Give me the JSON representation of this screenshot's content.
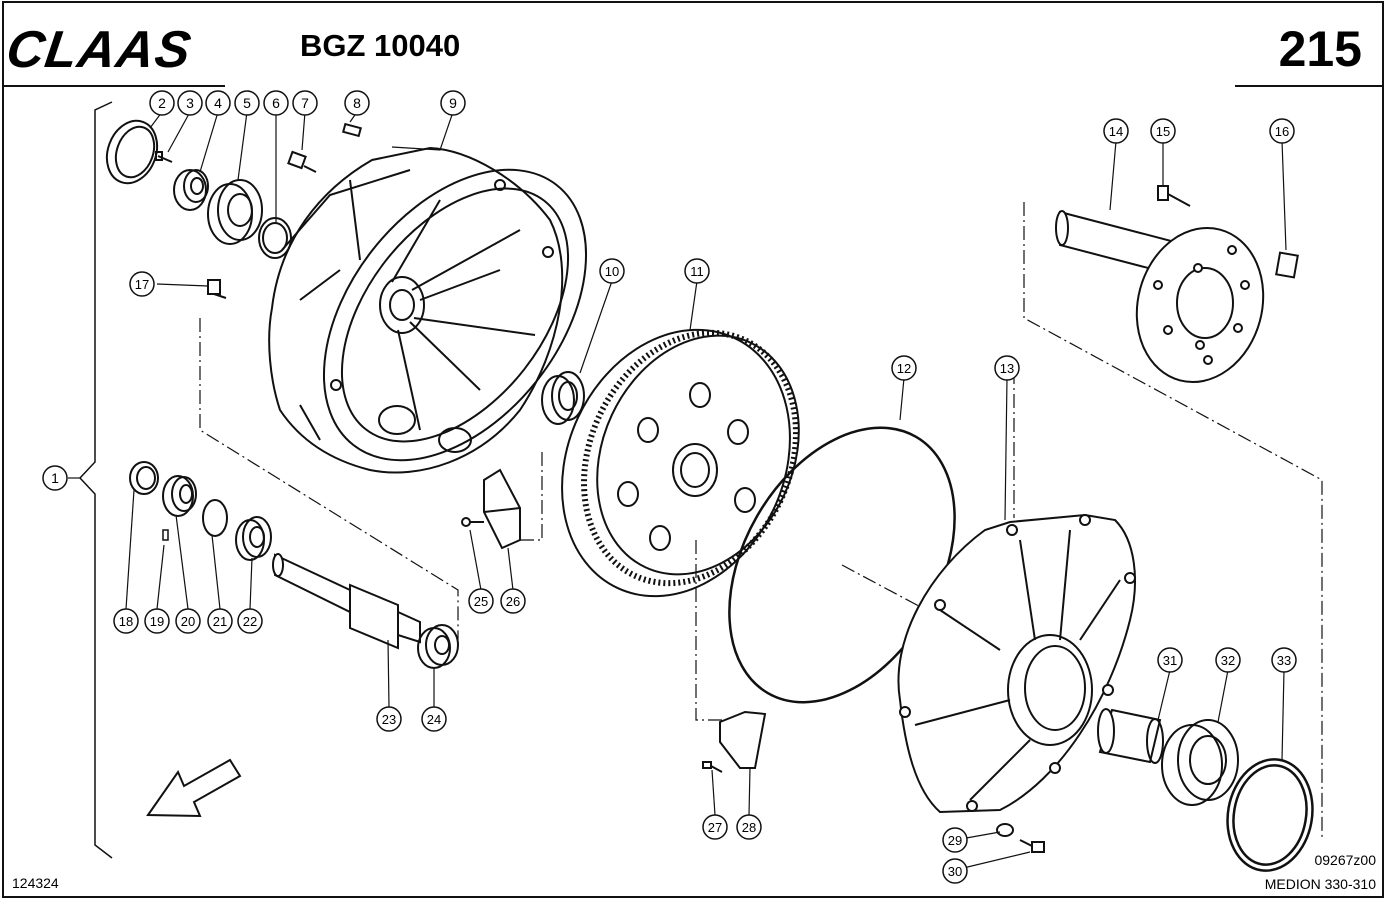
{
  "header": {
    "brand": "CLAAS",
    "drawing_code": "BGZ 10040",
    "page_number": "215"
  },
  "footer": {
    "left_code": "124324",
    "figure_code": "09267z00",
    "model": "MEDION 330-310"
  },
  "callouts": [
    "1",
    "2",
    "3",
    "4",
    "5",
    "6",
    "7",
    "8",
    "9",
    "10",
    "11",
    "12",
    "13",
    "14",
    "15",
    "16",
    "17",
    "18",
    "19",
    "20",
    "21",
    "22",
    "23",
    "24",
    "25",
    "26",
    "27",
    "28",
    "29",
    "30",
    "31",
    "32",
    "33"
  ],
  "colors": {
    "ink": "#111111",
    "paper": "#ffffff"
  }
}
